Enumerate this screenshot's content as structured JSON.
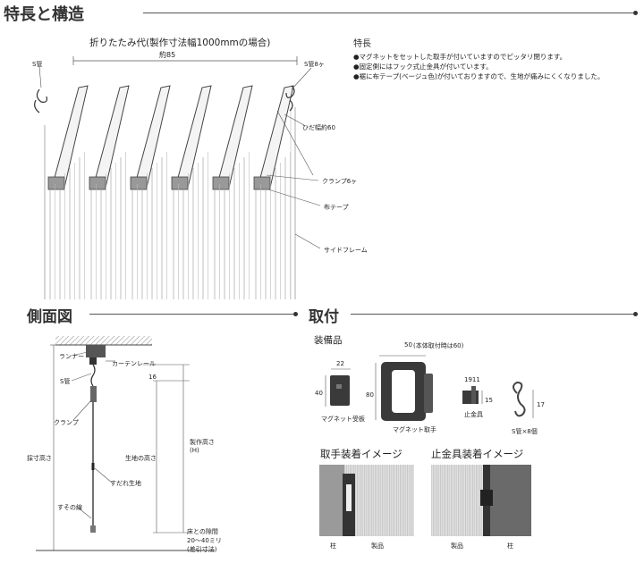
{
  "sections": {
    "features_structure": "特長と構造",
    "side_view": "側面図",
    "installation": "取付"
  },
  "features": {
    "heading": "特長",
    "items": [
      "●マグネットをセットした取手が付いていますのでピッタリ閉ります。",
      "●固定側にはフック式止金具が付いています。",
      "●裾に布テープ(ベージュ色)が付いておりますので、生地が痛みにくくなりました。"
    ]
  },
  "structure_diagram": {
    "caption": "折りたたみ代(製作寸法幅1000mmの場合)",
    "width_label": "約85",
    "labels": {
      "s_hook_left": "S管",
      "s_hook_count": "S管8ヶ",
      "pleat_width": "ひだ幅約60",
      "clamp": "クランプ6ヶ",
      "cloth_tape": "布テープ",
      "side_frame": "サイドフレーム"
    }
  },
  "side_diagram": {
    "labels": {
      "runner": "ランナー",
      "curtain_rail": "カーテンレール",
      "s_hook": "S管",
      "clamp": "クランプ",
      "dim_16": "16",
      "fabric_height": "生地の高さ",
      "measure_height": "採寸高さ",
      "drape_line": "すだれ生地",
      "hem": "すその線",
      "product_height": "製作高さ",
      "product_height_sub": "(H)",
      "floor_gap": "床との隙間",
      "floor_gap_value": "20～40ミリ",
      "floor_gap_sub": "(差引寸法)"
    }
  },
  "equipment": {
    "heading": "装備品",
    "magnet_plate": {
      "label": "マグネット受板",
      "width": "22",
      "height": "40"
    },
    "magnet_handle": {
      "label": "マグネット取手",
      "width": "50",
      "note": "(本体取付時は60)",
      "height": "80"
    },
    "stopper": {
      "label": "止金具",
      "widths": "1911",
      "height": "15"
    },
    "s_hook": {
      "label": "S管×8個",
      "height": "17"
    }
  },
  "images": {
    "handle": {
      "title": "取手装着イメージ",
      "left_label": "柱",
      "right_label": "製品"
    },
    "stopper": {
      "title": "止金具装着イメージ",
      "left_label": "製品",
      "right_label": "柱"
    }
  }
}
